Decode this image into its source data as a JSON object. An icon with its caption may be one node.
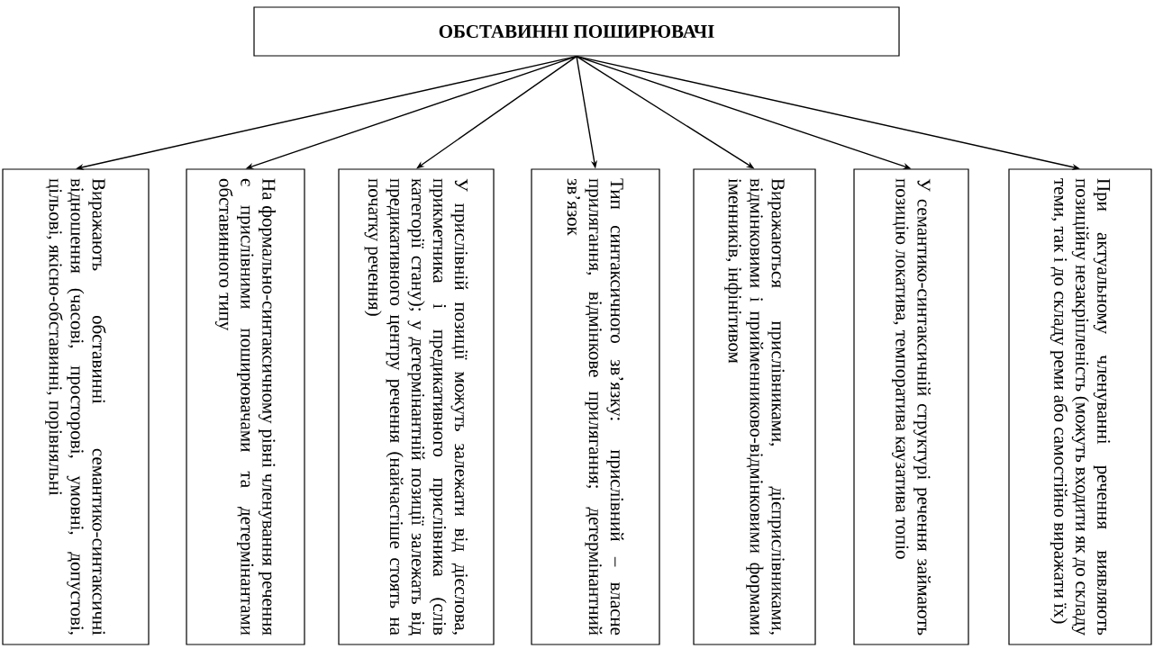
{
  "diagram": {
    "nodes": [
      {
        "text": [
          "ОБСТАВИННІ ПОШИРЮВАЧІ"
        ]
      },
      {
        "text": [
          "Виражають обставинні семантико-синтаксичні відношення (часові, просторові, умовні, допустові, цільові, якісно-обставинні, порівняльні"
        ]
      },
      {
        "text": [
          "На формально-синтаксичному рівні членування речення є прислівними поширювачами та детермінантами обставинного типу"
        ]
      },
      {
        "text": [
          "У прислівній позиції можуть залежати від дієслова, прикметника і предикативного прислівника (слів категорії стану); у детермінантній позиції залежать від предикативного центру речення (найчастіше стоять на початку речення)"
        ]
      },
      {
        "text": [
          "Тип синтаксичного зв’язку: прислівний – власне прилягання, відмінкове прилягання; детермінантний зв’язок"
        ]
      },
      {
        "text": [
          "Виражаються прислівниками, дієприслівниками, відмінковими і прийменниково-відмінковими формами іменників, інфінітивом"
        ]
      },
      {
        "text": [
          "У семантико-синтаксичній структурі речення займають позицію локатива, темпоратива каузатива топіо"
        ]
      },
      {
        "text": [
          "При актуальному членуванні речення виявляють позиційну незакріпленість (можуть входити як до складу теми, так і до складу реми або самостійно виражати їх)"
        ]
      }
    ],
    "edges": [
      {
        "from": 0,
        "to": 1,
        "arrow": "to"
      },
      {
        "from": 0,
        "to": 2,
        "arrow": "to"
      },
      {
        "from": 0,
        "to": 3,
        "arrow": "to"
      },
      {
        "from": 0,
        "to": 4,
        "arrow": "to"
      },
      {
        "from": 0,
        "to": 5,
        "arrow": "to"
      },
      {
        "from": 0,
        "to": 6,
        "arrow": "to"
      },
      {
        "from": 0,
        "to": 7,
        "arrow": "to"
      }
    ]
  }
}
